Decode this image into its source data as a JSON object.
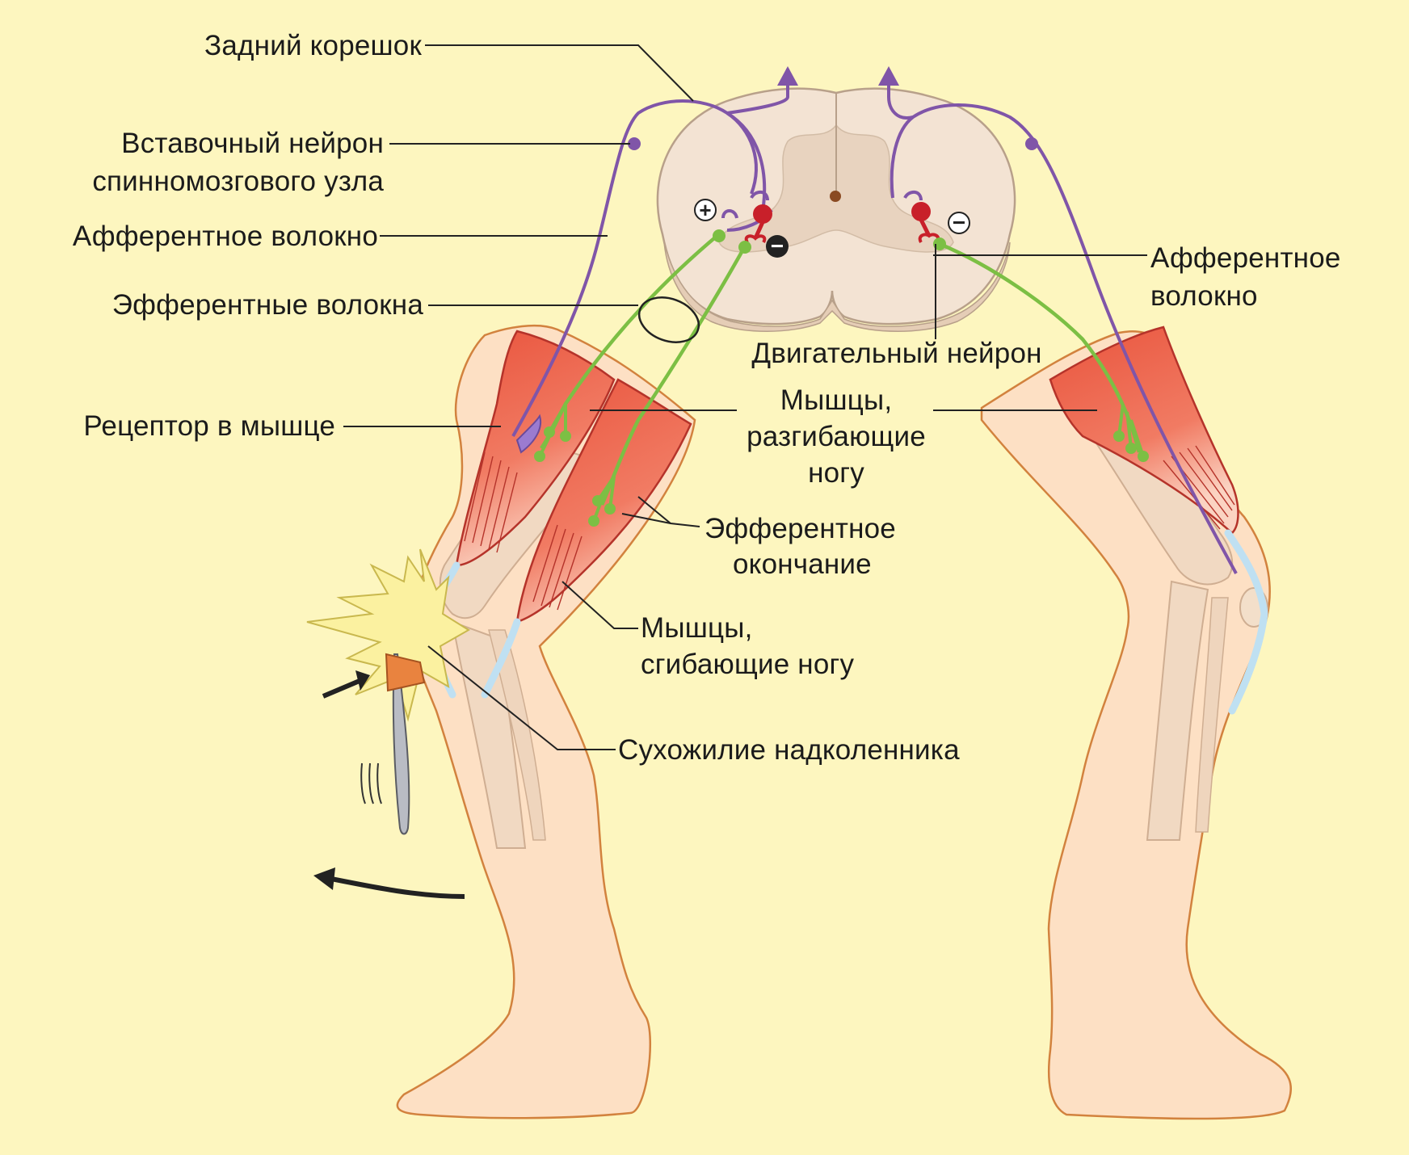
{
  "labels": {
    "posterior_root": "Задний корешок",
    "ganglion_neuron_line1": "Вставочный нейрон",
    "ganglion_neuron_line2": "спинномозгового узла",
    "afferent_fiber_left": "Афферентное волокно",
    "efferent_fibers": "Эфферентные волокна",
    "receptor_in_muscle": "Рецептор в мышце",
    "afferent_fiber_right_line1": "Афферентное",
    "afferent_fiber_right_line2": "волокно",
    "motor_neuron": "Двигательный нейрон",
    "extensor_line1": "Мышцы,",
    "extensor_line2": "разгибающие",
    "extensor_line3": "ногу",
    "efferent_ending_line1": "Эфферентное",
    "efferent_ending_line2": "окончание",
    "flexor_line1": "Мышцы,",
    "flexor_line2": "сгибающие ногу",
    "patellar_tendon": "Сухожилие надколенника"
  },
  "signs": {
    "plus": "+",
    "minus": "−"
  },
  "colors": {
    "background": "#fdf6bf",
    "afferent": "#8055a8",
    "efferent": "#7cbf44",
    "motor_neuron": "#c8202a",
    "muscle": "#ec6049",
    "skin": "#fde0c4",
    "skin_outline": "#d2823e",
    "tendon": "#bfe0f2",
    "spinal_cord": "#f3e3d3"
  }
}
